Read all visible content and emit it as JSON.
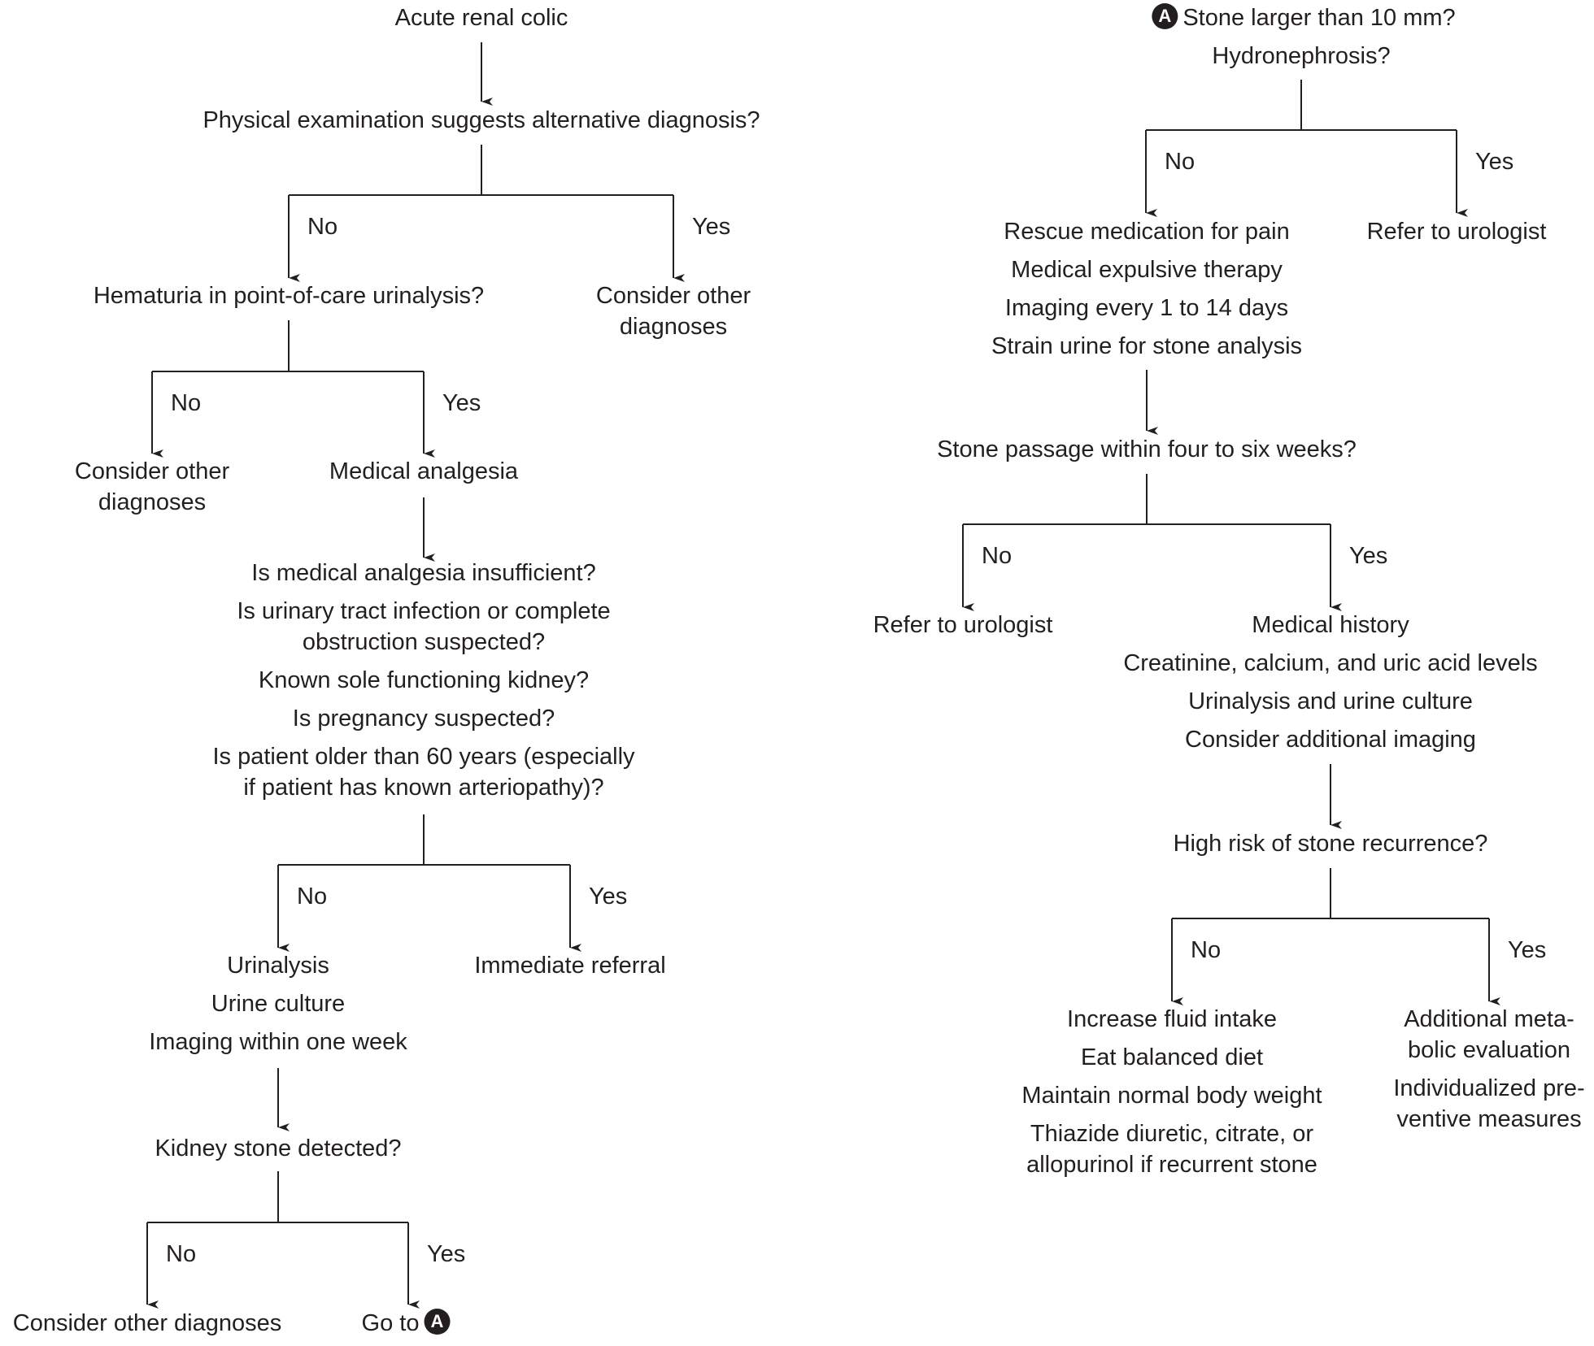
{
  "left": {
    "start": "Acute renal colic",
    "q_physical_exam": "Physical examination suggests alternative diagnosis?",
    "branch_pe_no": "No",
    "branch_pe_yes": "Yes",
    "hematuria": "Hematuria in point-of-care urinalysis?",
    "pe_yes_outcome": [
      "Consider other",
      "diagnoses"
    ],
    "branch_hem_no": "No",
    "branch_hem_yes": "Yes",
    "hem_no_outcome": [
      "Consider other",
      "diagnoses"
    ],
    "medical_analgesia": "Medical analgesia",
    "criteria": {
      "q1": "Is medical analgesia insufficient?",
      "q2": [
        "Is urinary tract infection or complete",
        "obstruction suspected?"
      ],
      "q3": "Known sole functioning kidney?",
      "q4": "Is pregnancy suspected?",
      "q5": [
        "Is patient older than 60 years (especially",
        "if patient has known arteriopathy)?"
      ]
    },
    "branch_crit_no": "No",
    "branch_crit_yes": "Yes",
    "crit_no_outcome": [
      "Urinalysis",
      "Urine culture",
      "Imaging within one week"
    ],
    "crit_yes_outcome": "Immediate referral",
    "kidney_stone": "Kidney stone detected?",
    "branch_ks_no": "No",
    "branch_ks_yes": "Yes",
    "ks_no_outcome": "Consider other diagnoses",
    "ks_yes_outcome": "Go to",
    "ks_yes_badge": "A"
  },
  "right": {
    "badge": "A",
    "q_stone_size": "Stone larger than 10 mm?",
    "q_hydronephrosis": "Hydronephrosis?",
    "branch_size_no": "No",
    "branch_size_yes": "Yes",
    "size_no_outcome": [
      "Rescue medication for pain",
      "Medical expulsive therapy",
      "Imaging every 1 to 14 days",
      "Strain urine for stone analysis"
    ],
    "size_yes_outcome": "Refer to urologist",
    "q_passage": "Stone passage within four to six weeks?",
    "branch_pass_no": "No",
    "branch_pass_yes": "Yes",
    "pass_no_outcome": "Refer to urologist",
    "pass_yes_outcome": [
      "Medical history",
      "Creatinine, calcium, and uric acid levels",
      "Urinalysis and urine culture",
      "Consider additional imaging"
    ],
    "q_recurrence": "High risk of stone recurrence?",
    "branch_rec_no": "No",
    "branch_rec_yes": "Yes",
    "rec_no_outcome": [
      "Increase fluid intake",
      "Eat balanced diet",
      "Maintain normal body weight",
      "Thiazide diuretic, citrate, or",
      "allopurinol if recurrent stone"
    ],
    "rec_yes_outcome": [
      "Additional meta-",
      "bolic evaluation",
      "Individualized pre-",
      "ventive measures"
    ]
  }
}
